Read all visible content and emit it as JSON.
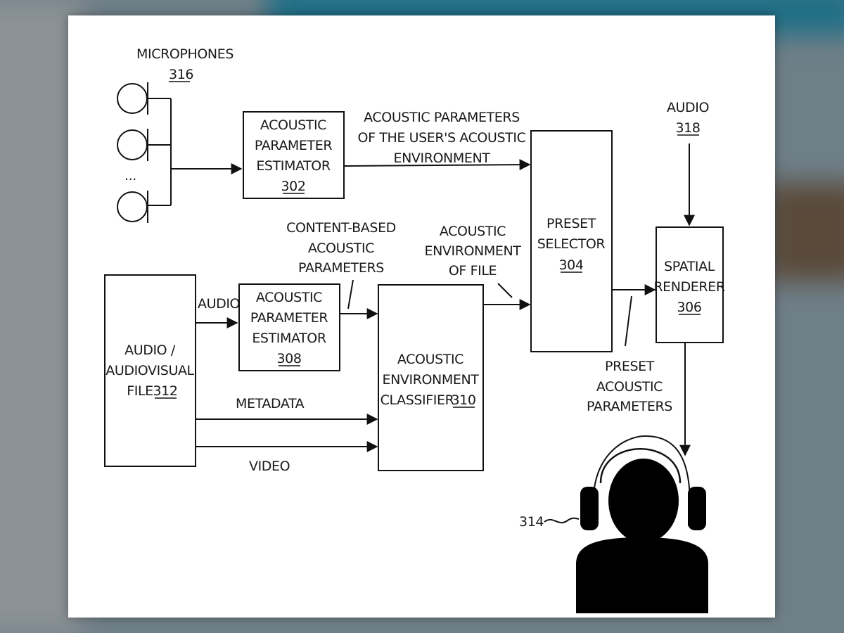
{
  "labels": {
    "microphones": "MICROPHONES",
    "microphones_ref": "316",
    "mic_ellipsis": "...",
    "audio_input": "AUDIO",
    "audio_input_ref": "318",
    "user_params_1": "ACOUSTIC PARAMETERS",
    "user_params_2": "OF THE USER'S ACOUSTIC",
    "user_params_3": "ENVIRONMENT",
    "content_params_1": "CONTENT-BASED",
    "content_params_2": "ACOUSTIC",
    "content_params_3": "PARAMETERS",
    "env_of_file_1": "ACOUSTIC",
    "env_of_file_2": "ENVIRONMENT",
    "env_of_file_3": "OF FILE",
    "audio_branch": "AUDIO",
    "metadata": "METADATA",
    "video": "VIDEO",
    "preset_params_1": "PRESET",
    "preset_params_2": "ACOUSTIC",
    "preset_params_3": "PARAMETERS",
    "listener_ref": "314"
  },
  "boxes": {
    "estimator_302": {
      "line1": "ACOUSTIC",
      "line2": "PARAMETER",
      "line3": "ESTIMATOR",
      "ref": "302"
    },
    "estimator_308": {
      "line1": "ACOUSTIC",
      "line2": "PARAMETER",
      "line3": "ESTIMATOR",
      "ref": "308"
    },
    "preset_selector": {
      "line1": "PRESET",
      "line2": "SELECTOR",
      "ref": "304"
    },
    "spatial_renderer": {
      "line1": "SPATIAL",
      "line2": "RENDERER",
      "ref": "306"
    },
    "classifier": {
      "line1": "ACOUSTIC",
      "line2": "ENVIRONMENT",
      "line3": "CLASSIFIER",
      "ref": "310"
    },
    "av_file": {
      "line1": "AUDIO /",
      "line2": "AUDIOVISUAL",
      "line3": "FILE",
      "ref": "312"
    }
  }
}
